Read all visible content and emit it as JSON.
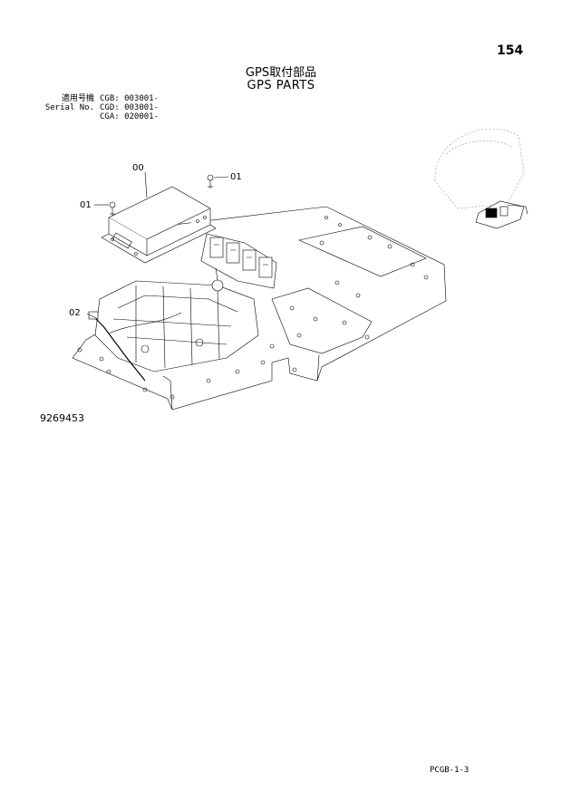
{
  "page_number": "154",
  "title_jp": "GPS取付部品",
  "title_en": "GPS PARTS",
  "serial": {
    "rows": [
      {
        "label": "適用号機",
        "value": "CGB: 003001-"
      },
      {
        "label": "Serial No.",
        "value": "CGD: 003001-"
      },
      {
        "label": "",
        "value": "CGA: 020001-"
      }
    ]
  },
  "callouts": {
    "c00": "00",
    "c01a": "01",
    "c01b": "01",
    "c02": "02"
  },
  "drawing_number": "9269453",
  "footer_code": "PCGB-1-3"
}
